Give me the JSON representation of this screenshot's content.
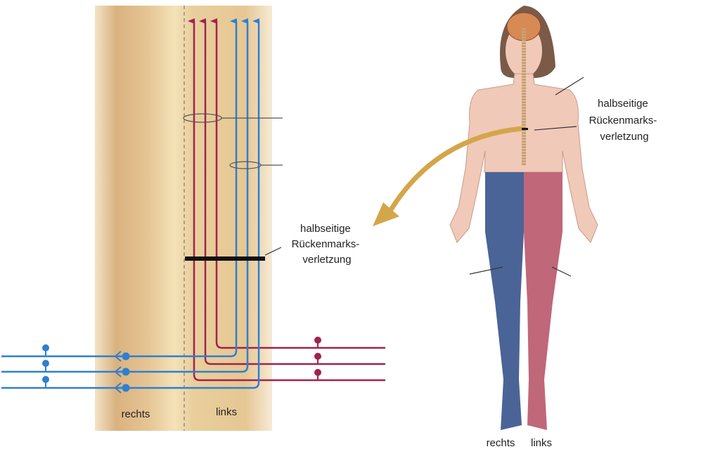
{
  "diagram": {
    "lesion_label_lines": [
      "halbseitige",
      "Rückenmarks-",
      "verletzung"
    ],
    "cord_side_right": "rechts",
    "cord_side_left": "links",
    "body_side_right": "rechts",
    "body_side_left": "links",
    "colors": {
      "red_tract": "#a0234e",
      "blue_tract": "#2f7fd0",
      "body_right_leg": "#4a6497",
      "body_left_leg": "#c0677a",
      "skin": "#f0c9b8",
      "arrow": "#d4a64a"
    }
  }
}
